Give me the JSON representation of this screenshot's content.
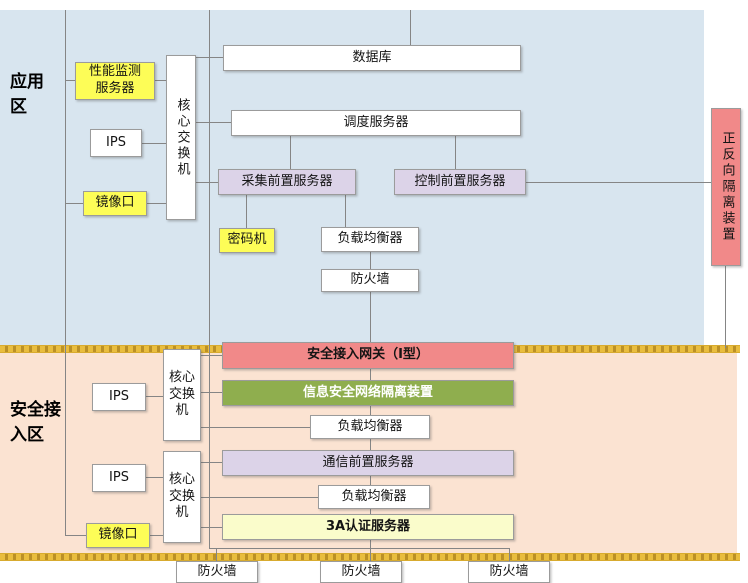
{
  "zones": {
    "app": {
      "label": "应用区"
    },
    "secure": {
      "label": "安全接入区"
    }
  },
  "nodes": {
    "perf_monitor": {
      "label": "性能监测\n服务器"
    },
    "ips_top": {
      "label": "IPS"
    },
    "mirror_top": {
      "label": "镜像口"
    },
    "core_switch_top": {
      "label": "核心交换机"
    },
    "database": {
      "label": "数据库"
    },
    "dispatch_server": {
      "label": "调度服务器"
    },
    "collect_front": {
      "label": "采集前置服务器"
    },
    "control_front": {
      "label": "控制前置服务器"
    },
    "cipher_machine": {
      "label": "密码机"
    },
    "lb_top": {
      "label": "负载均衡器"
    },
    "fw_top": {
      "label": "防火墙"
    },
    "isolation_right": {
      "label": "正反向隔离装置"
    },
    "gateway": {
      "label": "安全接入网关（I型）"
    },
    "info_isolation": {
      "label": "信息安全网络隔离装置"
    },
    "lb_mid": {
      "label": "负载均衡器"
    },
    "ips_b1": {
      "label": "IPS"
    },
    "switch_b1": {
      "label": "核心\n交换\n机"
    },
    "comm_front": {
      "label": "通信前置服务器"
    },
    "ips_b2": {
      "label": "IPS"
    },
    "switch_b2": {
      "label": "核心\n交换\n机"
    },
    "lb_bot": {
      "label": "负载均衡器"
    },
    "aaa_server": {
      "label": "3A认证服务器"
    },
    "mirror_bottom": {
      "label": "镜像口"
    },
    "fw_b1": {
      "label": "防火墙"
    },
    "fw_b2": {
      "label": "防火墙"
    },
    "fw_b3": {
      "label": "防火墙"
    }
  },
  "colors": {
    "app_zone_bg": "#d8e5ef",
    "secure_zone_bg": "#fbe3d2",
    "divider_yellow": "#e9bd3e",
    "highlight_yellow": "#fdfd57",
    "front_server_lavender": "#dcd3e8",
    "security_red": "#f18989",
    "isolation_green": "#8fae4e",
    "aaa_pale_yellow": "#fafccb",
    "line_gray": "#858585"
  }
}
